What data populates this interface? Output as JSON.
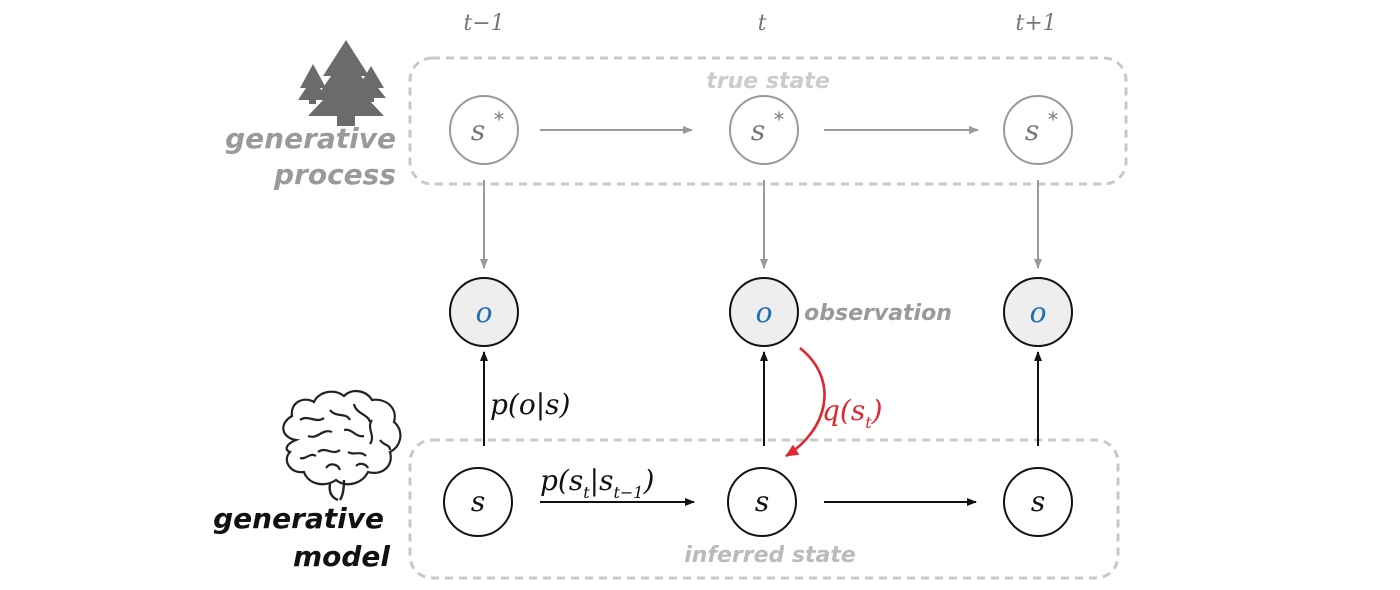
{
  "time_labels": {
    "prev": "t−1",
    "curr": "t",
    "next": "t+1"
  },
  "process": {
    "title_line1": "generative",
    "title_line2": "process",
    "region_label": "true state",
    "node_symbol": "s",
    "node_sup": "*"
  },
  "model": {
    "title_line1": "generative",
    "title_line2": "model",
    "region_label": "inferred state",
    "node_symbol": "s"
  },
  "observation": {
    "node_symbol": "o",
    "label": "observation"
  },
  "edges": {
    "likelihood": {
      "p": "p(o|s)"
    },
    "transition": {
      "a": "p(s",
      "b": "t",
      "c": "|s",
      "d": "t−1",
      "e": ")"
    },
    "posterior": {
      "a": "q(s",
      "b": "t",
      "c": ")"
    }
  },
  "colors": {
    "process_gray": "#999999",
    "region_dash": "#c8c8c8",
    "observation_fill": "#eeeeee",
    "observation_text": "#1f6fb5",
    "posterior_red": "#e0262e",
    "black": "#111111"
  },
  "icons": {
    "process": "pine-trees-icon",
    "model": "brain-icon"
  }
}
